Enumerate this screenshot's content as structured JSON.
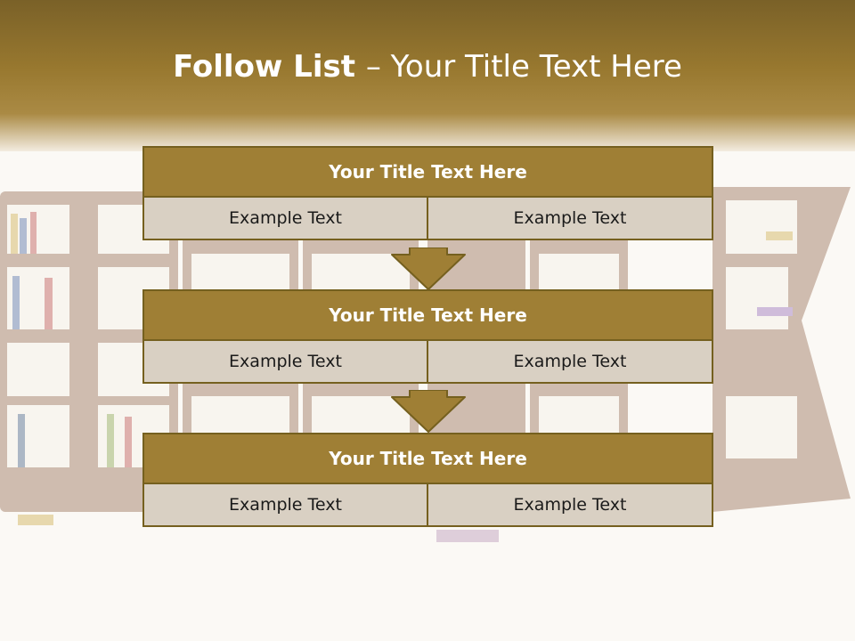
{
  "title": {
    "bold": "Follow List ",
    "rest": " – Your Title Text Here"
  },
  "blocks": [
    {
      "title": "Your Title Text Here",
      "left": "Example Text",
      "right": "Example Text"
    },
    {
      "title": "Your Title Text Here",
      "left": "Example Text",
      "right": "Example Text"
    },
    {
      "title": "Your Title Text Here",
      "left": "Example Text",
      "right": "Example Text"
    }
  ],
  "colors": {
    "accent": "#9f7f35",
    "border": "#75601f",
    "cell": "#d9d0c3",
    "header_dark": "#7a6128"
  }
}
